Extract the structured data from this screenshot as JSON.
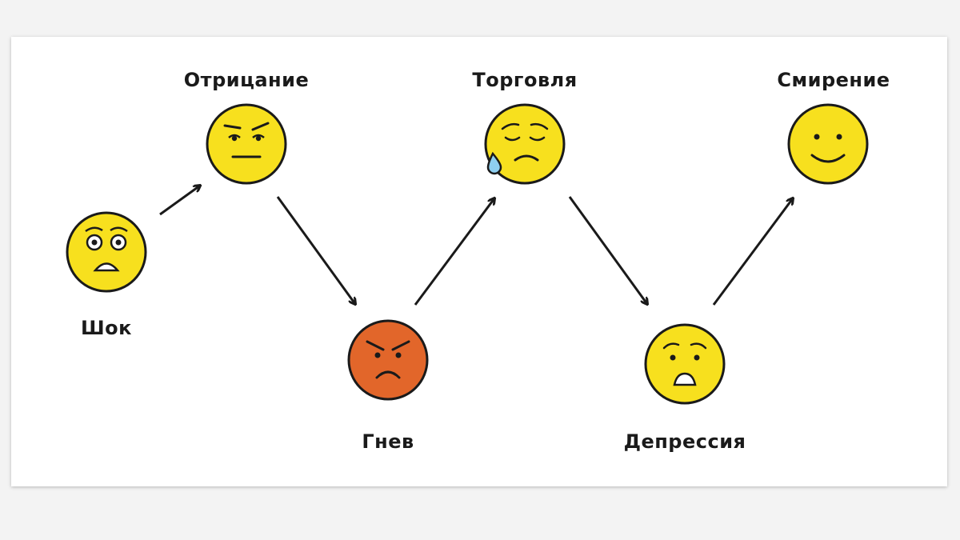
{
  "stages": [
    {
      "id": "shock",
      "label": "Шок"
    },
    {
      "id": "denial",
      "label": "Отрицание"
    },
    {
      "id": "anger",
      "label": "Гнев"
    },
    {
      "id": "bargaining",
      "label": "Торговля"
    },
    {
      "id": "depression",
      "label": "Депрессия"
    },
    {
      "id": "acceptance",
      "label": "Смирение"
    }
  ],
  "colors": {
    "face_yellow": "#f7e01e",
    "face_orange": "#e2662a",
    "outline": "#1a1a1a",
    "tear": "#8ecff0"
  },
  "icons": [
    "shocked-face-icon",
    "neutral-face-icon",
    "angry-face-icon",
    "sad-tear-face-icon",
    "fearful-face-icon",
    "smiling-face-icon"
  ]
}
